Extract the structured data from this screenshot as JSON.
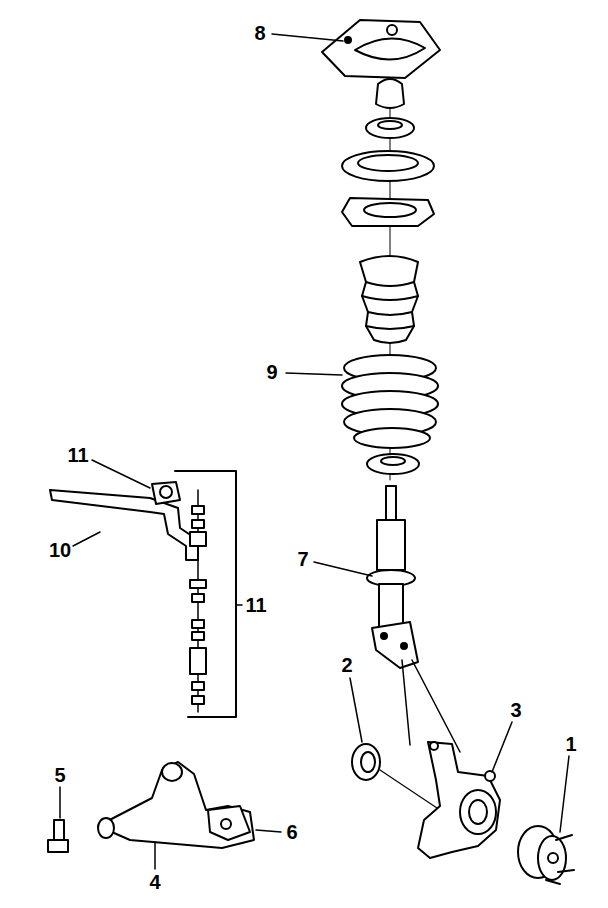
{
  "diagram": {
    "labels": [
      "8",
      "9",
      "11",
      "10",
      "11",
      "7",
      "2",
      "3",
      "1",
      "5",
      "4",
      "6"
    ]
  }
}
